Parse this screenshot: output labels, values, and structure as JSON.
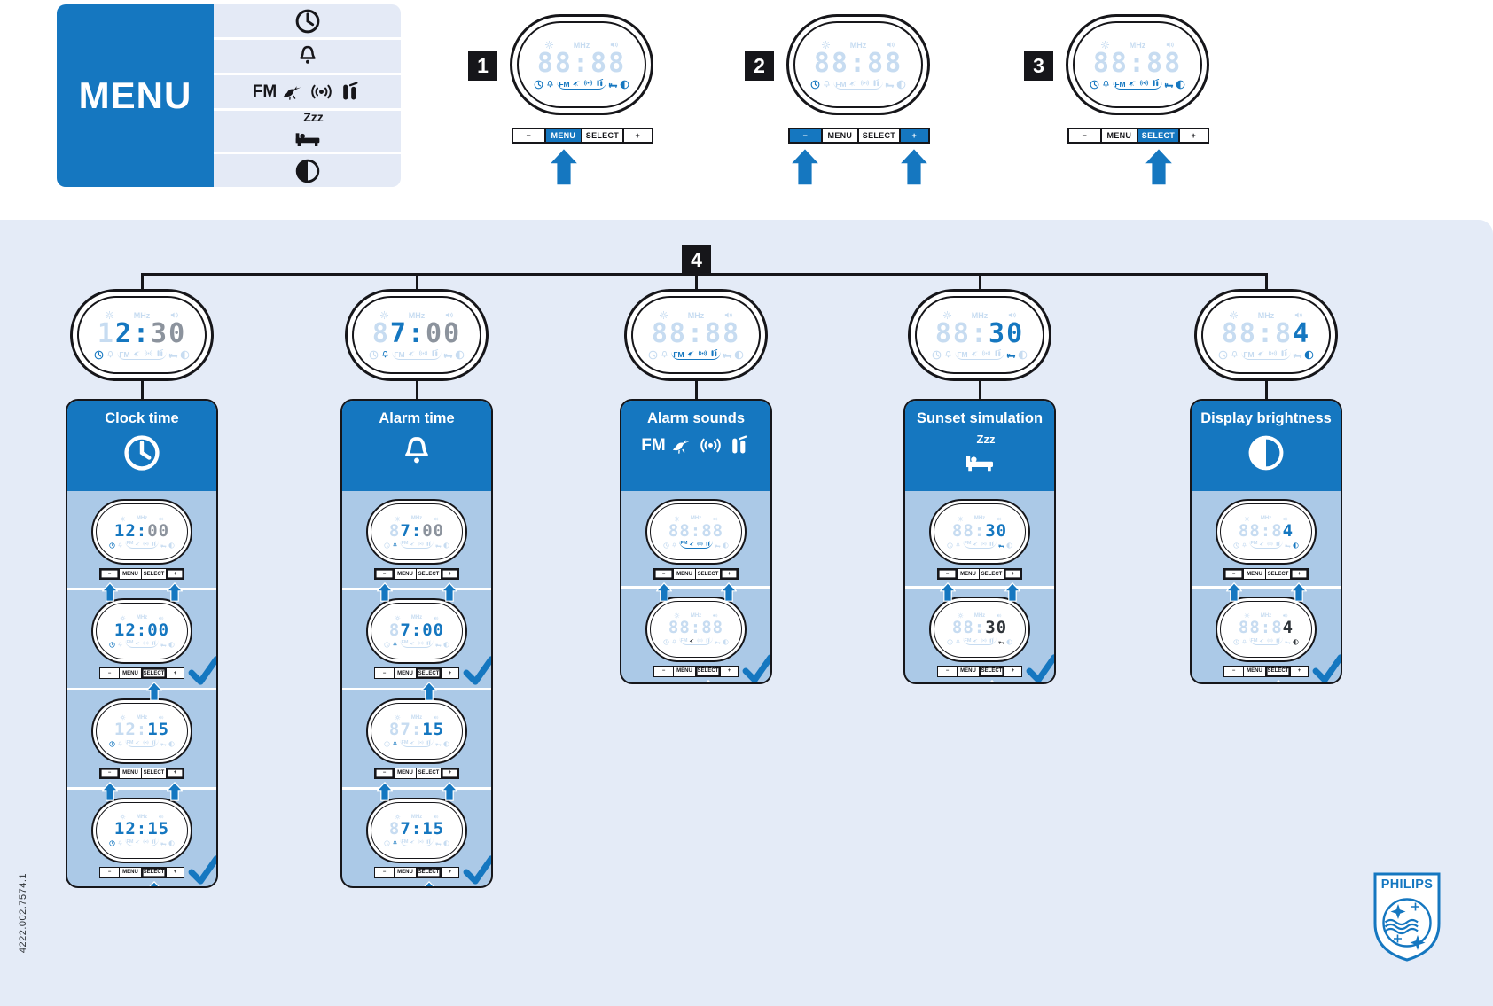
{
  "colors": {
    "accent": "#1577C0",
    "section_bg": "#E4EBF7",
    "panel_body": "#ABC9E7",
    "legend_bg": "#E4EAF6",
    "digit_on": "#1577C0",
    "digit_off": "#8C939D",
    "digit_dim": "#C7DCF1",
    "digit_dark": "#2F3439",
    "line": "#16161A"
  },
  "footer_code": "4222.002.7574.1",
  "logo": {
    "brand": "PHILIPS"
  },
  "lcd_labels": {
    "mhz": "MHz",
    "fm": "FM",
    "zzz": "Zzz"
  },
  "buttons": [
    {
      "id": "minus",
      "label": "−"
    },
    {
      "id": "menu",
      "label": "MENU"
    },
    {
      "id": "select",
      "label": "SELECT"
    },
    {
      "id": "plus",
      "label": "+"
    }
  ],
  "legend": {
    "title": "MENU",
    "items": [
      {
        "icon": "clock-icon"
      },
      {
        "icon": "bell-icon"
      },
      {
        "icon": "alarm-sounds-group-icon"
      },
      {
        "icon": "sunset-bed-icon"
      },
      {
        "icon": "contrast-icon"
      }
    ]
  },
  "tree_label": "4",
  "steps": [
    {
      "number": "1",
      "pressed": [
        "menu"
      ],
      "display": {
        "digits": [
          [
            "8",
            "dim"
          ],
          [
            "8",
            "dim"
          ],
          [
            ":",
            "dim"
          ],
          [
            "8",
            "dim"
          ],
          [
            "8",
            "dim"
          ]
        ],
        "icons": {
          "clock": "on",
          "bell": "on",
          "fm": "on",
          "bird": "on",
          "wave": "on",
          "chime": "on",
          "bed": "on",
          "contrast": "on"
        }
      }
    },
    {
      "number": "2",
      "pressed": [
        "minus",
        "plus"
      ],
      "display": {
        "digits": [
          [
            "8",
            "dim"
          ],
          [
            "8",
            "dim"
          ],
          [
            ":",
            "dim"
          ],
          [
            "8",
            "dim"
          ],
          [
            "8",
            "dim"
          ]
        ],
        "icons": {
          "clock": "on"
        }
      }
    },
    {
      "number": "3",
      "pressed": [
        "select"
      ],
      "display": {
        "digits": [
          [
            "8",
            "dim"
          ],
          [
            "8",
            "dim"
          ],
          [
            ":",
            "dim"
          ],
          [
            "8",
            "dim"
          ],
          [
            "8",
            "dim"
          ]
        ],
        "icons": {
          "clock": "on",
          "bell": "on",
          "fm": "on",
          "bird": "on",
          "wave": "on",
          "chime": "on",
          "bed": "on",
          "contrast": "on"
        }
      }
    }
  ],
  "columns": [
    {
      "title": "Clock time",
      "icon": "clock-icon",
      "display": {
        "digits": [
          [
            "1",
            "dim"
          ],
          [
            "2",
            "on"
          ],
          [
            ":",
            "on"
          ],
          [
            "3",
            "off"
          ],
          [
            "0",
            "off"
          ]
        ],
        "icons": {
          "clock": "on"
        }
      },
      "rows": [
        {
          "display": {
            "digits": [
              [
                "1",
                "on"
              ],
              [
                "2",
                "on"
              ],
              [
                ":",
                "on"
              ],
              [
                "0",
                "off"
              ],
              [
                "0",
                "off"
              ]
            ],
            "icons": {
              "clock": "on"
            }
          },
          "pressed": [
            "minus",
            "plus"
          ],
          "check": false
        },
        {
          "display": {
            "digits": [
              [
                "1",
                "on"
              ],
              [
                "2",
                "on"
              ],
              [
                ":",
                "on"
              ],
              [
                "0",
                "on"
              ],
              [
                "0",
                "on"
              ]
            ],
            "icons": {
              "clock": "on"
            }
          },
          "pressed": [
            "select"
          ],
          "check": true
        },
        {
          "display": {
            "digits": [
              [
                "1",
                "dim"
              ],
              [
                "2",
                "dim"
              ],
              [
                ":",
                "dim"
              ],
              [
                "1",
                "on"
              ],
              [
                "5",
                "on"
              ]
            ],
            "icons": {
              "clock": "on"
            }
          },
          "pressed": [
            "minus",
            "plus"
          ],
          "check": false
        },
        {
          "display": {
            "digits": [
              [
                "1",
                "on"
              ],
              [
                "2",
                "on"
              ],
              [
                ":",
                "on"
              ],
              [
                "1",
                "on"
              ],
              [
                "5",
                "on"
              ]
            ],
            "icons": {
              "clock": "on"
            }
          },
          "pressed": [
            "select"
          ],
          "check": true
        }
      ]
    },
    {
      "title": "Alarm time",
      "icon": "bell-icon",
      "display": {
        "digits": [
          [
            "8",
            "dim"
          ],
          [
            "7",
            "on"
          ],
          [
            ":",
            "on"
          ],
          [
            "0",
            "off"
          ],
          [
            "0",
            "off"
          ]
        ],
        "icons": {
          "bell": "on"
        }
      },
      "rows": [
        {
          "display": {
            "digits": [
              [
                "8",
                "dim"
              ],
              [
                "7",
                "on"
              ],
              [
                ":",
                "on"
              ],
              [
                "0",
                "off"
              ],
              [
                "0",
                "off"
              ]
            ],
            "icons": {
              "bell": "on"
            }
          },
          "pressed": [
            "minus",
            "plus"
          ],
          "check": false
        },
        {
          "display": {
            "digits": [
              [
                "8",
                "dim"
              ],
              [
                "7",
                "on"
              ],
              [
                ":",
                "on"
              ],
              [
                "0",
                "on"
              ],
              [
                "0",
                "on"
              ]
            ],
            "icons": {
              "bell": "on"
            }
          },
          "pressed": [
            "select"
          ],
          "check": true
        },
        {
          "display": {
            "digits": [
              [
                "8",
                "dim"
              ],
              [
                "7",
                "dim"
              ],
              [
                ":",
                "dim"
              ],
              [
                "1",
                "on"
              ],
              [
                "5",
                "on"
              ]
            ],
            "icons": {
              "bell": "on"
            }
          },
          "pressed": [
            "minus",
            "plus"
          ],
          "check": false
        },
        {
          "display": {
            "digits": [
              [
                "8",
                "dim"
              ],
              [
                "7",
                "on"
              ],
              [
                ":",
                "on"
              ],
              [
                "1",
                "on"
              ],
              [
                "5",
                "on"
              ]
            ],
            "icons": {
              "bell": "on"
            }
          },
          "pressed": [
            "select"
          ],
          "check": true
        }
      ]
    },
    {
      "title": "Alarm sounds",
      "icon": "alarm-sounds-group-icon",
      "display": {
        "digits": [
          [
            "8",
            "dim"
          ],
          [
            "8",
            "dim"
          ],
          [
            ":",
            "dim"
          ],
          [
            "8",
            "dim"
          ],
          [
            "8",
            "dim"
          ]
        ],
        "icons": {
          "fm": "on",
          "bird": "on",
          "wave": "on",
          "chime": "on"
        }
      },
      "rows": [
        {
          "display": {
            "digits": [
              [
                "8",
                "dim"
              ],
              [
                "8",
                "dim"
              ],
              [
                ":",
                "dim"
              ],
              [
                "8",
                "dim"
              ],
              [
                "8",
                "dim"
              ]
            ],
            "icons": {
              "fm": "on",
              "bird": "on",
              "wave": "on",
              "chime": "on"
            }
          },
          "pressed": [
            "minus",
            "plus"
          ],
          "check": false
        },
        {
          "display": {
            "digits": [
              [
                "8",
                "dim"
              ],
              [
                "8",
                "dim"
              ],
              [
                ":",
                "dim"
              ],
              [
                "8",
                "dim"
              ],
              [
                "8",
                "dim"
              ]
            ],
            "icons": {
              "bird": "dark"
            }
          },
          "pressed": [
            "select"
          ],
          "check": true
        }
      ]
    },
    {
      "title": "Sunset simulation",
      "icon": "sunset-bed-icon",
      "display": {
        "digits": [
          [
            "8",
            "dim"
          ],
          [
            "8",
            "dim"
          ],
          [
            ":",
            "dim"
          ],
          [
            "3",
            "on"
          ],
          [
            "0",
            "on"
          ]
        ],
        "icons": {
          "bed": "on"
        }
      },
      "rows": [
        {
          "display": {
            "digits": [
              [
                "8",
                "dim"
              ],
              [
                "8",
                "dim"
              ],
              [
                ":",
                "dim"
              ],
              [
                "3",
                "on"
              ],
              [
                "0",
                "on"
              ]
            ],
            "icons": {
              "bed": "on"
            }
          },
          "pressed": [
            "minus",
            "plus"
          ],
          "check": false
        },
        {
          "display": {
            "digits": [
              [
                "8",
                "dim"
              ],
              [
                "8",
                "dim"
              ],
              [
                ":",
                "dim"
              ],
              [
                "3",
                "dark"
              ],
              [
                "0",
                "dark"
              ]
            ],
            "icons": {
              "bed": "dark"
            }
          },
          "pressed": [
            "select"
          ],
          "check": true
        }
      ]
    },
    {
      "title": "Display brightness",
      "icon": "contrast-icon",
      "display": {
        "digits": [
          [
            "8",
            "dim"
          ],
          [
            "8",
            "dim"
          ],
          [
            ":",
            "dim"
          ],
          [
            "8",
            "dim"
          ],
          [
            "4",
            "on"
          ]
        ],
        "icons": {
          "contrast": "on"
        }
      },
      "rows": [
        {
          "display": {
            "digits": [
              [
                "8",
                "dim"
              ],
              [
                "8",
                "dim"
              ],
              [
                ":",
                "dim"
              ],
              [
                "8",
                "dim"
              ],
              [
                "4",
                "on"
              ]
            ],
            "icons": {
              "contrast": "on"
            }
          },
          "pressed": [
            "minus",
            "plus"
          ],
          "check": false
        },
        {
          "display": {
            "digits": [
              [
                "8",
                "dim"
              ],
              [
                "8",
                "dim"
              ],
              [
                ":",
                "dim"
              ],
              [
                "8",
                "dim"
              ],
              [
                "4",
                "dark"
              ]
            ],
            "icons": {
              "contrast": "dark"
            }
          },
          "pressed": [
            "select"
          ],
          "check": true
        }
      ]
    }
  ]
}
